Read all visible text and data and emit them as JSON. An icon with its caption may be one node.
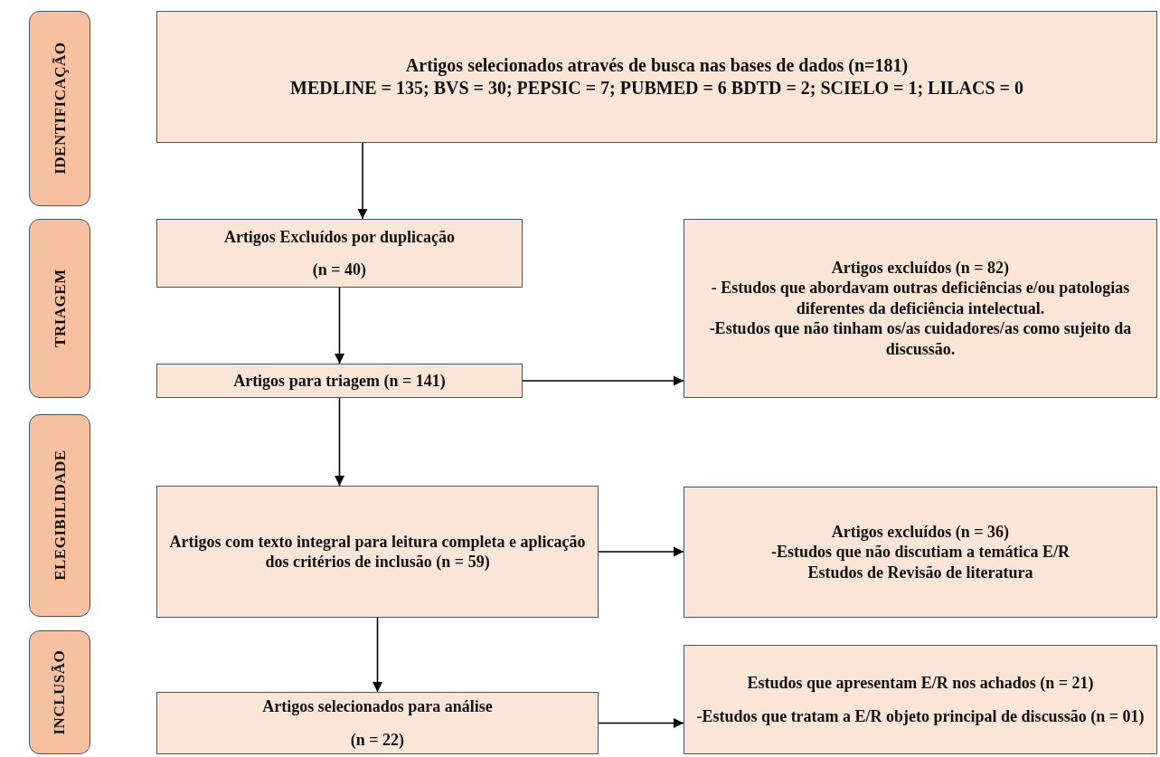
{
  "diagram": {
    "nodes": [
      {
        "text": [
          "IDENTIFICAÇÃO"
        ]
      },
      {
        "text": [
          "TRIAGEM"
        ]
      },
      {
        "text": [
          "ELEGIBILIDADE"
        ]
      },
      {
        "text": [
          "INCLUSÃO"
        ]
      },
      {
        "text": [
          "Artigos selecionados através de busca nas bases de dados (n=181)",
          "MEDLINE = 135; BVS = 30; PEPSIC = 7; PUBMED = 6 BDTD = 2; SCIELO = 1; LILACS = 0"
        ]
      },
      {
        "text": [
          "Artigos Excluídos por duplicação",
          "(n = 40)"
        ]
      },
      {
        "text": [
          "Artigos para triagem (n = 141)"
        ]
      },
      {
        "text": [
          "Artigos excluídos (n = 82)",
          "- Estudos que abordavam outras deficiências e/ou patologias diferentes da deficiência intelectual.",
          "-Estudos que não tinham os/as cuidadores/as como sujeito da discussão."
        ]
      },
      {
        "text": [
          "Artigos com texto integral para leitura completa e aplicação dos critérios de inclusão (n = 59)"
        ]
      },
      {
        "text": [
          "Artigos excluídos (n = 36)",
          "-Estudos que não discutiam a temática E/R",
          "Estudos de Revisão de literatura"
        ]
      },
      {
        "text": [
          "Artigos selecionados para análise",
          "(n = 22)"
        ]
      },
      {
        "text": [
          "Estudos que apresentam E/R nos achados (n = 21)",
          "-Estudos que tratam a E/R objeto principal de discussão (n = 01)"
        ]
      }
    ],
    "edges": [
      {
        "from": 4,
        "to": 5,
        "arrow": "to"
      },
      {
        "from": 5,
        "to": 6,
        "arrow": "to"
      },
      {
        "from": 6,
        "to": 7,
        "arrow": "to"
      },
      {
        "from": 6,
        "to": 8,
        "arrow": "to"
      },
      {
        "from": 8,
        "to": 9,
        "arrow": "to"
      },
      {
        "from": 8,
        "to": 10,
        "arrow": "to"
      },
      {
        "from": 10,
        "to": 11,
        "arrow": "to"
      }
    ]
  }
}
